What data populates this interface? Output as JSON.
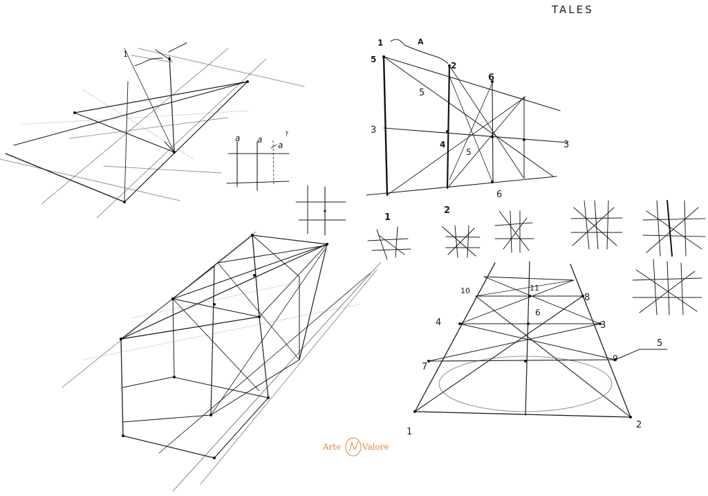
{
  "title": "TALES",
  "watermark": {
    "left": "Arte",
    "right": "Valore"
  },
  "labels": {
    "top_left_fig": [
      "1"
    ],
    "alpha_diagram": [
      "a",
      "a",
      "a",
      "?"
    ],
    "middle_fig": [
      "1",
      "A",
      "5",
      "2",
      "6",
      "5",
      "3",
      "4",
      "5",
      "3",
      "6",
      "1",
      "2"
    ],
    "trapezoid_fig": [
      "10",
      "11",
      "8",
      "4",
      "6",
      "3",
      "7",
      "9",
      "5",
      "1",
      "2"
    ]
  },
  "colors": {
    "ink": "#1a1a1a",
    "watermark": "#e0873a",
    "paper": "#ffffff"
  }
}
